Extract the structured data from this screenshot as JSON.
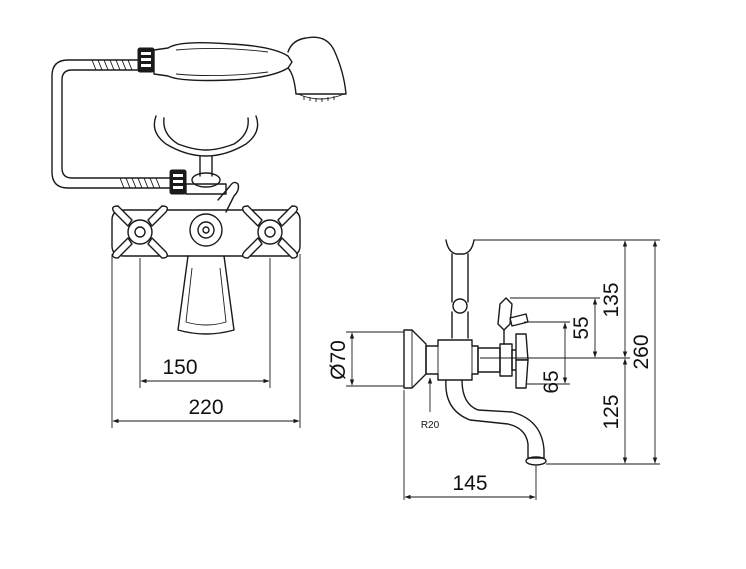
{
  "front_view": {
    "dimensions": {
      "spout_to_handles": "150",
      "overall_width": "220"
    }
  },
  "side_view": {
    "dimensions": {
      "hose_holder_height": "135",
      "handle_offset_upper": "55",
      "overall_height": "260",
      "handle_offset_lower": "65",
      "spout_drop": "125",
      "projection": "145",
      "flange_diameter": "Ø70",
      "radius": "R20"
    }
  }
}
